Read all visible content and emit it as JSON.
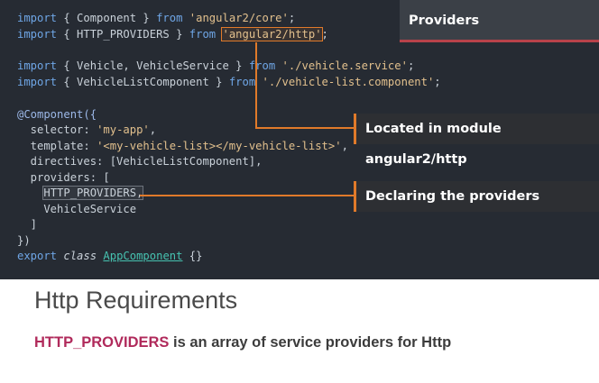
{
  "code": {
    "l1": {
      "kw": "import",
      "a": " { Component } ",
      "from": "from",
      "str": "'angular2/core'",
      "end": ";"
    },
    "l2": {
      "kw": "import",
      "a": " { HTTP_PROVIDERS } ",
      "from": "from",
      "str": "'angular2/http'",
      "end": ";"
    },
    "l3": {
      "kw": "import",
      "a": " { Vehicle, VehicleService } ",
      "from": "from",
      "str": "'./vehicle.service'",
      "end": ";"
    },
    "l4": {
      "kw": "import",
      "a": " { VehicleListComponent } ",
      "from": "from",
      "str": "'./vehicle-list.component'",
      "end": ";"
    },
    "l5": "@Component({",
    "l6": {
      "a": "  selector: ",
      "str": "'my-app'",
      "end": ","
    },
    "l7": {
      "a": "  template: ",
      "str": "'<my-vehicle-list></my-vehicle-list>'",
      "end": ","
    },
    "l8": "  directives: [VehicleListComponent],",
    "l9": "  providers: [",
    "l10": "HTTP_PROVIDERS,",
    "l11": "    VehicleService",
    "l12": "  ]",
    "l13": "})",
    "l14": {
      "kw": "export",
      "cls": "class",
      "name": "AppComponent",
      "end": " {}"
    }
  },
  "tab": {
    "label": "Providers"
  },
  "callouts": {
    "module": "Located in module angular2/http",
    "declaring": "Declaring the providers"
  },
  "slide": {
    "title": "Http Requirements",
    "sub_accent": "HTTP_PROVIDERS",
    "sub_rest": " is an array of service providers for Http"
  },
  "colors": {
    "accent": "#e07a2a",
    "brand": "#b02a5b"
  }
}
